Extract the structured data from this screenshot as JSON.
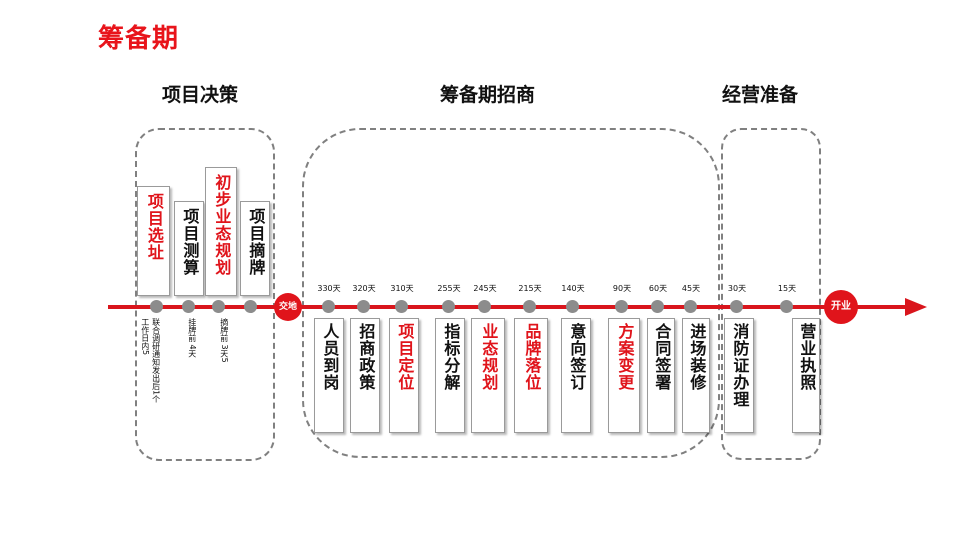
{
  "page_title": "筹备期",
  "phases": {
    "decision": "项目决策",
    "recruit": "筹备期招商",
    "prepare": "经营准备"
  },
  "milestones": {
    "handover": "交地",
    "opening": "开业"
  },
  "decision_cards": [
    {
      "text": "项目选址",
      "highlight": true
    },
    {
      "text": "项目测算",
      "highlight": false
    },
    {
      "text": "初步业态规划",
      "highlight": true
    },
    {
      "text": "项目摘牌",
      "highlight": false
    }
  ],
  "decision_notes": [
    "联合调研通知发出后1个工作日内5",
    "挂牌前 4天",
    "摘牌前 3天5"
  ],
  "recruit_steps": [
    {
      "days": "330天",
      "text": "人员到岗",
      "highlight": false
    },
    {
      "days": "320天",
      "text": "招商政策",
      "highlight": false
    },
    {
      "days": "310天",
      "text": "项目定位",
      "highlight": true
    },
    {
      "days": "255天",
      "text": "指标分解",
      "highlight": false
    },
    {
      "days": "245天",
      "text": "业态规划",
      "highlight": true
    },
    {
      "days": "215天",
      "text": "品牌落位",
      "highlight": true
    },
    {
      "days": "140天",
      "text": "意向签订",
      "highlight": false
    },
    {
      "days": "90天",
      "text": "方案变更",
      "highlight": true
    },
    {
      "days": "60天",
      "text": "合同签署",
      "highlight": false
    },
    {
      "days": "45天",
      "text": "进场装修",
      "highlight": false
    }
  ],
  "prepare_steps": [
    {
      "days": "30天",
      "text": "消防证办理",
      "highlight": false
    },
    {
      "days": "15天",
      "text": "营业执照",
      "highlight": false
    }
  ],
  "colors": {
    "accent_red": "#e0141b",
    "timeline_red": "#d9151c",
    "dot_grey": "#8c8c8c",
    "dash_grey": "#808080"
  }
}
